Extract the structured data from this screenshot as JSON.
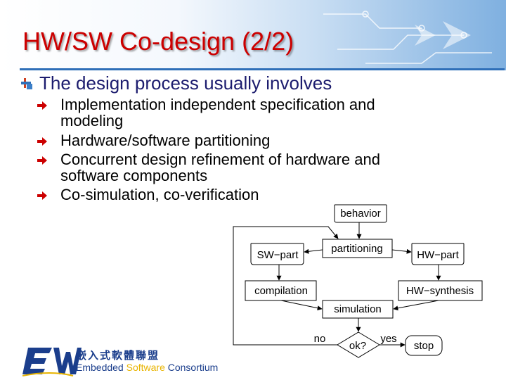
{
  "slide": {
    "title": "HW/SW Co-design (2/2)",
    "level1": "The design process usually involves",
    "bullets": [
      "Implementation independent specification and",
      "modeling",
      "Hardware/software partitioning",
      "Concurrent design refinement of hardware and",
      "software components",
      "Co-simulation, co-verification"
    ]
  },
  "diagram": {
    "behavior": "behavior",
    "partitioning": "partitioning",
    "sw_part": "SW−part",
    "hw_part": "HW−part",
    "compilation": "compilation",
    "hw_synthesis": "HW−synthesis",
    "simulation": "simulation",
    "decision": "ok?",
    "no": "no",
    "yes": "yes",
    "stop": "stop"
  },
  "logo": {
    "cn": "嵌入式軟體聯盟",
    "en_prefix": "Embedded ",
    "en_highlight": "Software",
    "en_suffix": " Consortium",
    "brand_color": "#1b3e8c",
    "accent_color": "#e8b400"
  },
  "colors": {
    "title": "#cc0000",
    "heading_text": "#1c1c6e",
    "rule": "#2f6fb8",
    "bullet_arrow": "#cc0000"
  }
}
